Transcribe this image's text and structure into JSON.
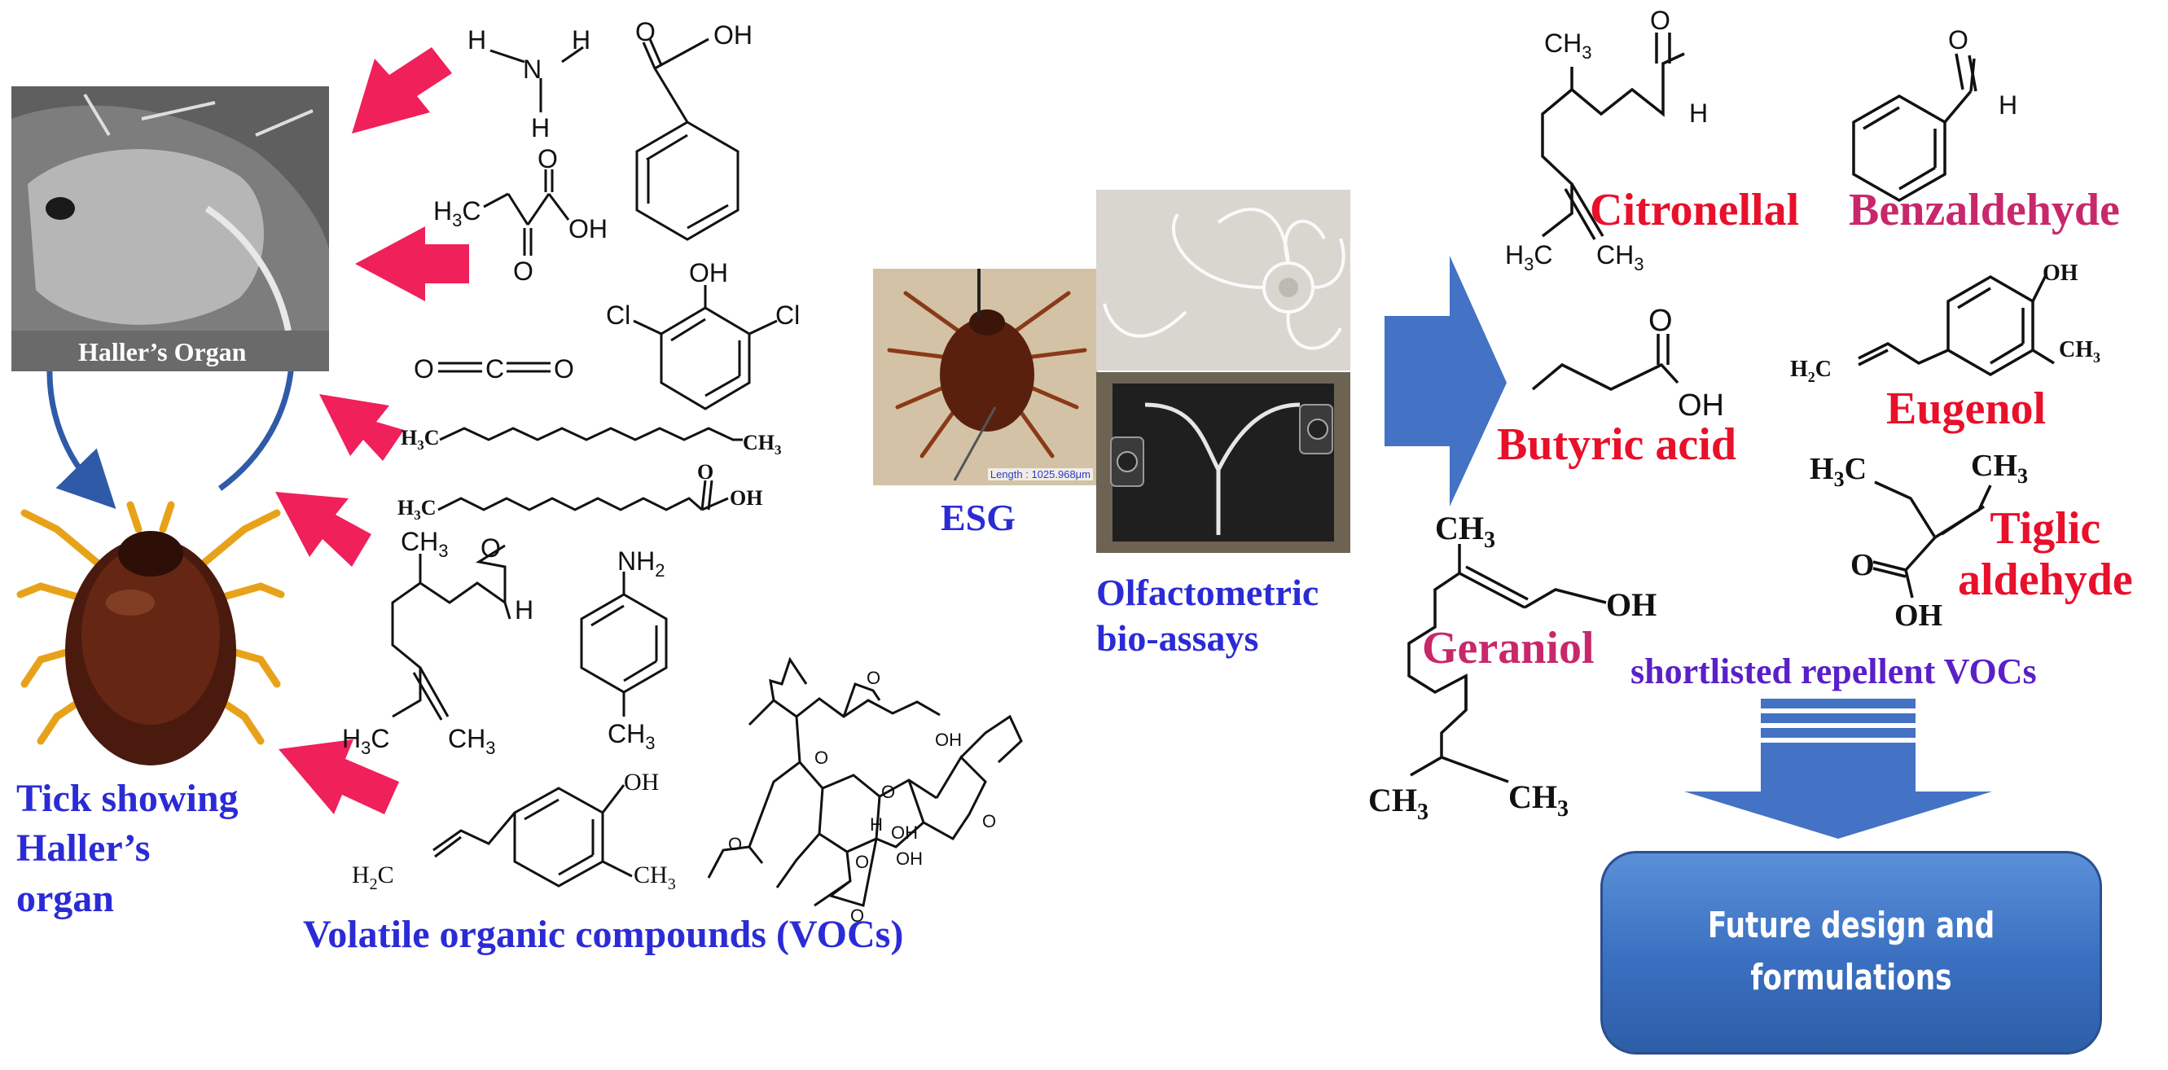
{
  "photos": {
    "sem_caption": "Haller’s Organ",
    "esg_length": "Length : 1025.968μm"
  },
  "labels": {
    "tick_caption_line1": "Tick showing",
    "tick_caption_line2": "Haller’s",
    "tick_caption_line3": "organ",
    "vocs_caption": "Volatile organic compounds (VOCs)",
    "esg": "ESG",
    "olfacto_line1": "Olfactometric",
    "olfacto_line2": "bio-assays",
    "shortlisted": "shortlisted repellent VOCs",
    "future_line1": "Future  design and",
    "future_line2": "formulations"
  },
  "compounds": {
    "citronellal": "Citronellal",
    "benzaldehyde": "Benzaldehyde",
    "butyric_acid": "Butyric acid",
    "eugenol": "Eugenol",
    "tiglic_line1": "Tiglic",
    "tiglic_line2": "aldehyde",
    "geraniol": "Geraniol"
  },
  "atoms": {
    "H": "H",
    "N": "N",
    "O": "O",
    "OH": "OH",
    "Cl": "Cl",
    "CH3": "CH",
    "H3C": "H",
    "NH2": "NH",
    "sub3": "3",
    "sub2": "2",
    "H2C": "H",
    "C": "C"
  },
  "colors": {
    "caption_blue": "#2b2bd6",
    "compound_red": "#e8102a",
    "compound_magenta": "#c8286b",
    "shortlist_purple": "#5a1fc8",
    "arrow_pink": "#f0205a",
    "arrow_blue": "#4472c4"
  },
  "icons": [
    "pink-arrow-icon",
    "blue-chevron-arrow-icon",
    "blue-down-arrow-icon",
    "curved-arrow-icon"
  ]
}
